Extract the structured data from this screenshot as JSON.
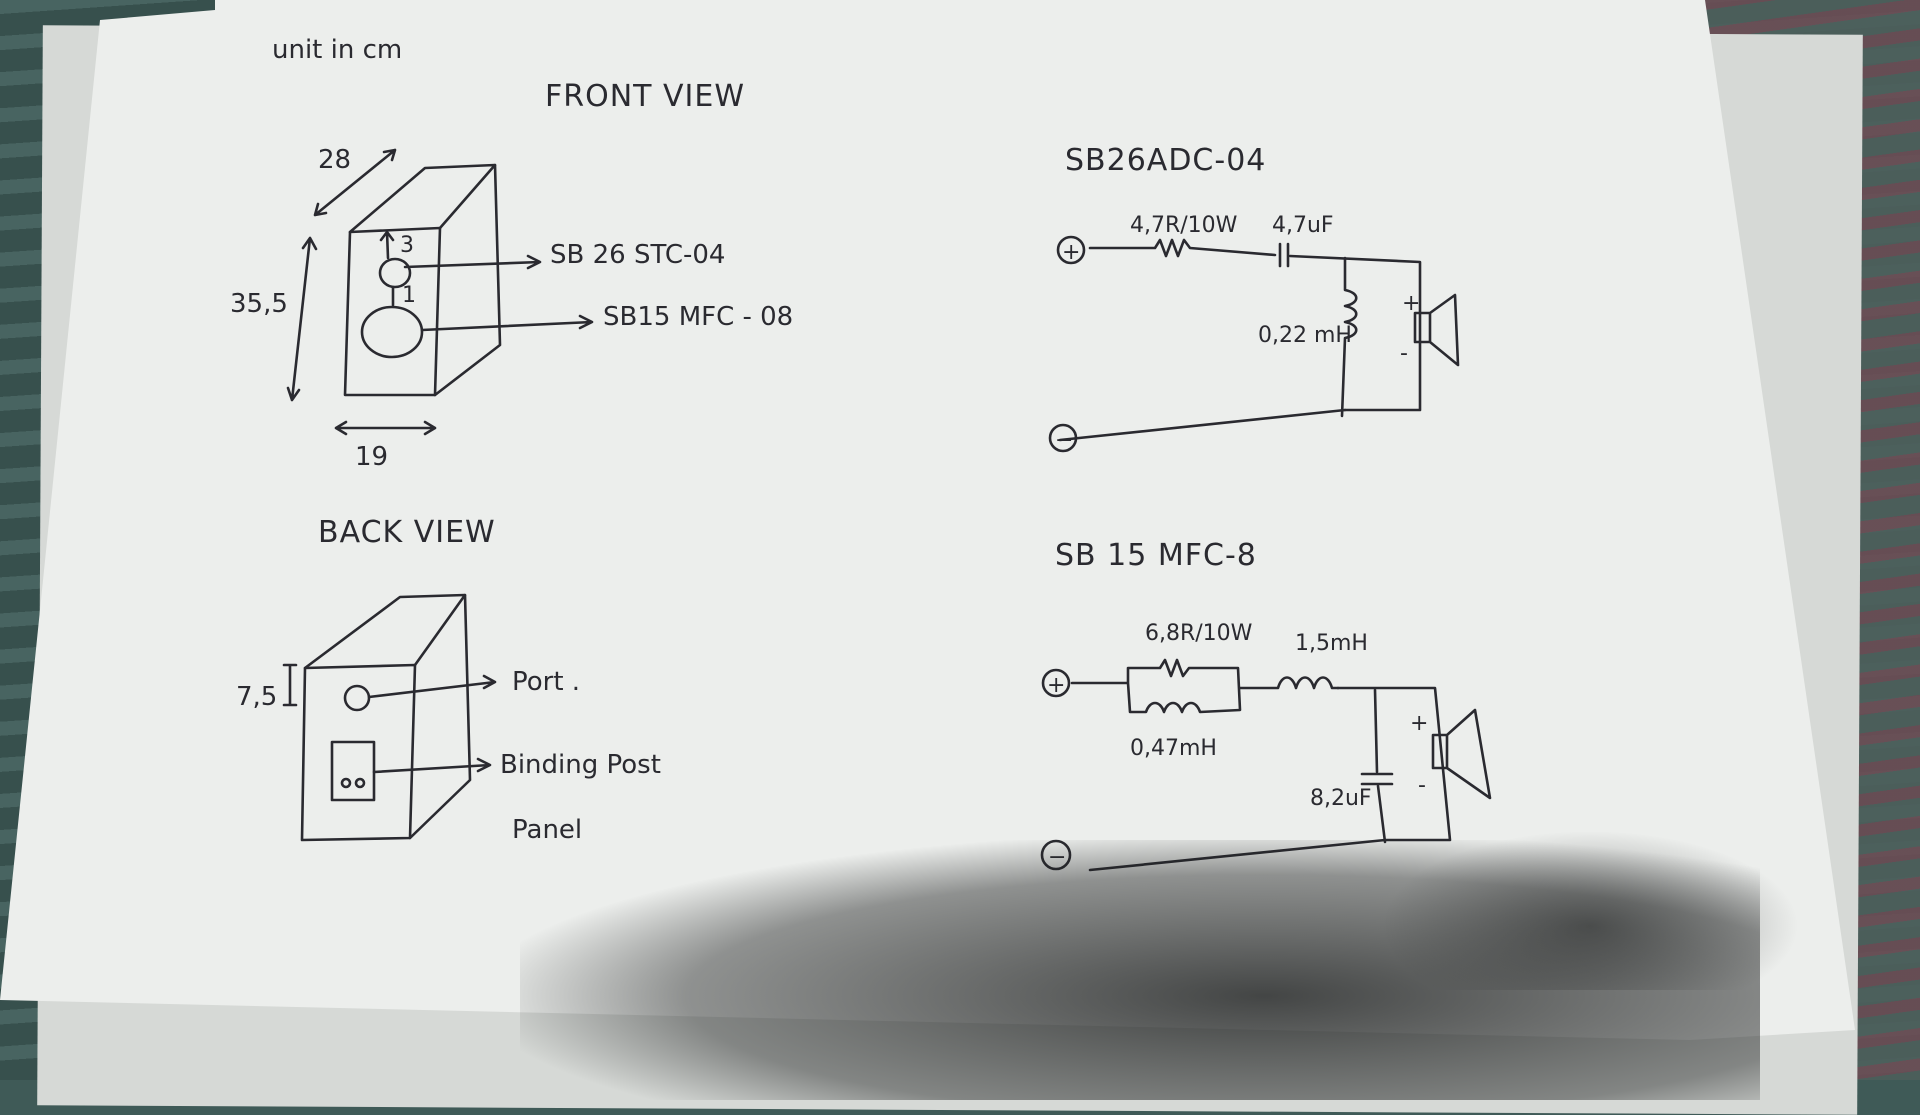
{
  "note": {
    "units": "unit in cm"
  },
  "front_view": {
    "title": "FRONT VIEW",
    "depth": "28",
    "height": "35,5",
    "width": "19",
    "tweeter_offset": "3",
    "driver_gap": "1",
    "tweeter_label": "SB 26 STC-04",
    "woofer_label": "SB15 MFC - 08"
  },
  "back_view": {
    "title": "BACK VIEW",
    "port_offset": "7,5",
    "port_label": "Port .",
    "terminal_label_line1": "Binding Post",
    "terminal_label_line2": "Panel"
  },
  "tweeter_crossover": {
    "title": "SB26ADC-04",
    "resistor": "4,7R/10W",
    "capacitor": "4,7uF",
    "inductor": "0,22 mH",
    "plus_terminal": "+",
    "minus_terminal": "−",
    "driver_plus": "+",
    "driver_minus": "-"
  },
  "woofer_crossover": {
    "title": "SB 15 MFC-8",
    "resistor": "6,8R/10W",
    "parallel_inductor": "0,47mH",
    "series_inductor": "1,5mH",
    "capacitor": "8,2uF",
    "plus_terminal": "+",
    "minus_terminal": "−",
    "driver_plus": "+",
    "driver_minus": "-"
  }
}
